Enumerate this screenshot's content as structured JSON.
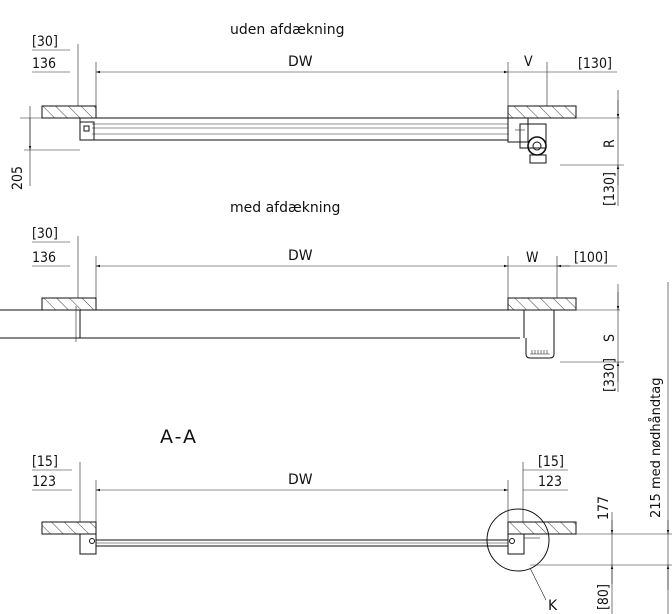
{
  "section_top": {
    "title": "uden afdækning",
    "bracket_left": "[30]",
    "dim_left": "136",
    "dim_main": "DW",
    "dim_right_label": "V",
    "bracket_right": "[130]",
    "dim_height_left": "205",
    "dim_vertical_right": "R",
    "bracket_vertical_right": "[130]"
  },
  "section_middle": {
    "title": "med afdækning",
    "bracket_left": "[30]",
    "dim_left": "136",
    "dim_main": "DW",
    "dim_right_label": "W",
    "bracket_right": "[100]",
    "dim_vertical_right": "S",
    "bracket_vertical_right": "[330]"
  },
  "section_bottom": {
    "section_label": "A-A",
    "bracket_left": "[15]",
    "dim_left": "123",
    "dim_main": "DW",
    "bracket_right": "[15]",
    "dim_right": "123",
    "dim_vertical_right": "177",
    "bracket_vertical_right": "[80]",
    "detail_label": "K"
  },
  "side_note": "215 med nødhåndtag"
}
